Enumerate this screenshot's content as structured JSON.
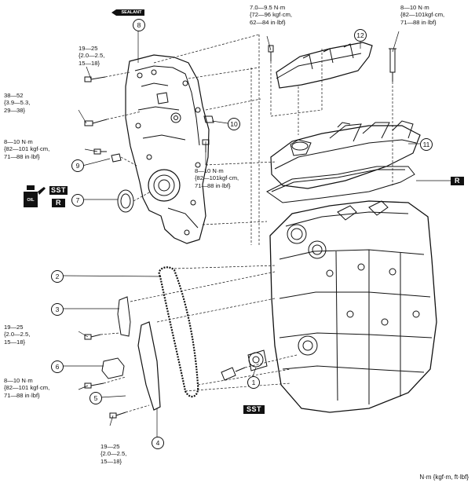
{
  "callouts": [
    "1",
    "2",
    "3",
    "4",
    "5",
    "6",
    "7",
    "8",
    "9",
    "10",
    "11",
    "12"
  ],
  "badges": {
    "sst": "SST",
    "r": "R",
    "sealant": "SEALANT",
    "oil": "OIL"
  },
  "torque_specs": {
    "top_left": [
      "19—25",
      "{2.0—2.5,",
      "15—18}"
    ],
    "front_cover_bolt": [
      "38—52",
      "{3.9—5.3,",
      "29—38}"
    ],
    "sensor_left": [
      "8—10 N·m",
      "{82—101 kgf·cm,",
      "71—88 in·lbf}"
    ],
    "sensor_mid": [
      "8—10 N·m",
      "{82—101kgf·cm,",
      "71—88 in·lbf}"
    ],
    "cover_top": [
      "7.0—9.5 N·m",
      "{72—96 kgf·cm,",
      "62—84 in·lbf}"
    ],
    "top_right": [
      "8—10 N·m",
      "{82—101kgf·cm,",
      "71—88 in·lbf}"
    ],
    "tensioner_arm": [
      "19—25",
      "{2.0—2.5,",
      "15—18}"
    ],
    "tensioner": [
      "8—10 N·m",
      "{82—101 kgf·cm,",
      "71—88 in·lbf}"
    ],
    "bottom": [
      "19—25",
      "{2.0—2.5,",
      "15—18}"
    ]
  },
  "units_note": "N·m {kgf·m, ft·lbf}"
}
